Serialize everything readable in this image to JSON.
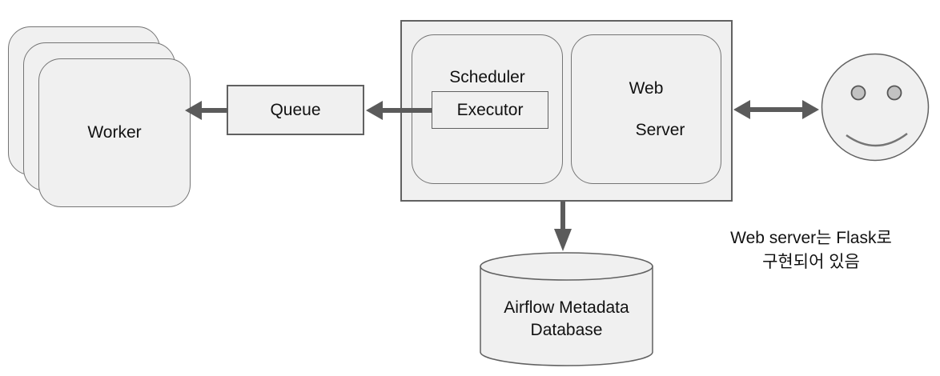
{
  "title": "Airflow architecture diagram",
  "colors": {
    "bg": "#ffffff",
    "node_fill": "#f0f0f0",
    "node_border": "#616161",
    "inner_border": "#757575",
    "arrow": "#5b5b5b",
    "text": "#111111",
    "eye_fill": "#c2c2c2"
  },
  "nodes": {
    "worker": {
      "label": "Worker",
      "stack_count": 3
    },
    "queue": {
      "label": "Queue"
    },
    "scheduler": {
      "label": "Scheduler"
    },
    "executor": {
      "label": "Executor"
    },
    "web_server": {
      "line1": "Web",
      "line2": "Server"
    },
    "database": {
      "line1": "Airflow Metadata",
      "line2": "Database"
    },
    "user": {
      "icon": "smiley-face-icon"
    }
  },
  "annotation": {
    "line1": "Web server는 Flask로",
    "line2": "구현되어 있음"
  },
  "arrows": [
    {
      "from": "queue",
      "to": "worker",
      "direction": "left"
    },
    {
      "from": "executor",
      "to": "queue",
      "direction": "left"
    },
    {
      "from": "web-server",
      "to": "user",
      "direction": "both"
    },
    {
      "from": "scheduler-webserver-container",
      "to": "database",
      "direction": "down"
    }
  ]
}
